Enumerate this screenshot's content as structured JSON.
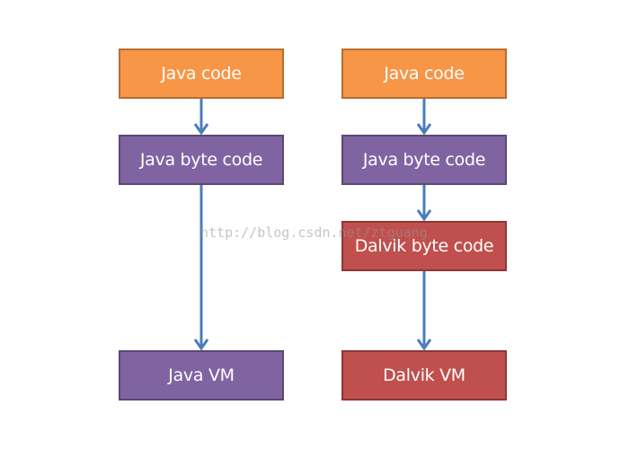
{
  "diagram": {
    "left_column": {
      "source": "Java code",
      "bytecode": "Java byte code",
      "vm": "Java VM"
    },
    "right_column": {
      "source": "Java code",
      "bytecode": "Java byte code",
      "dalvik_bytecode": "Dalvik byte code",
      "vm": "Dalvik VM"
    },
    "watermark": "http://blog.csdn.net/ztguang",
    "colors": {
      "source_box": "#f79646",
      "bytecode_box": "#8064a2",
      "dalvik_box": "#c0504d",
      "arrow": "#4a7ebb"
    }
  }
}
